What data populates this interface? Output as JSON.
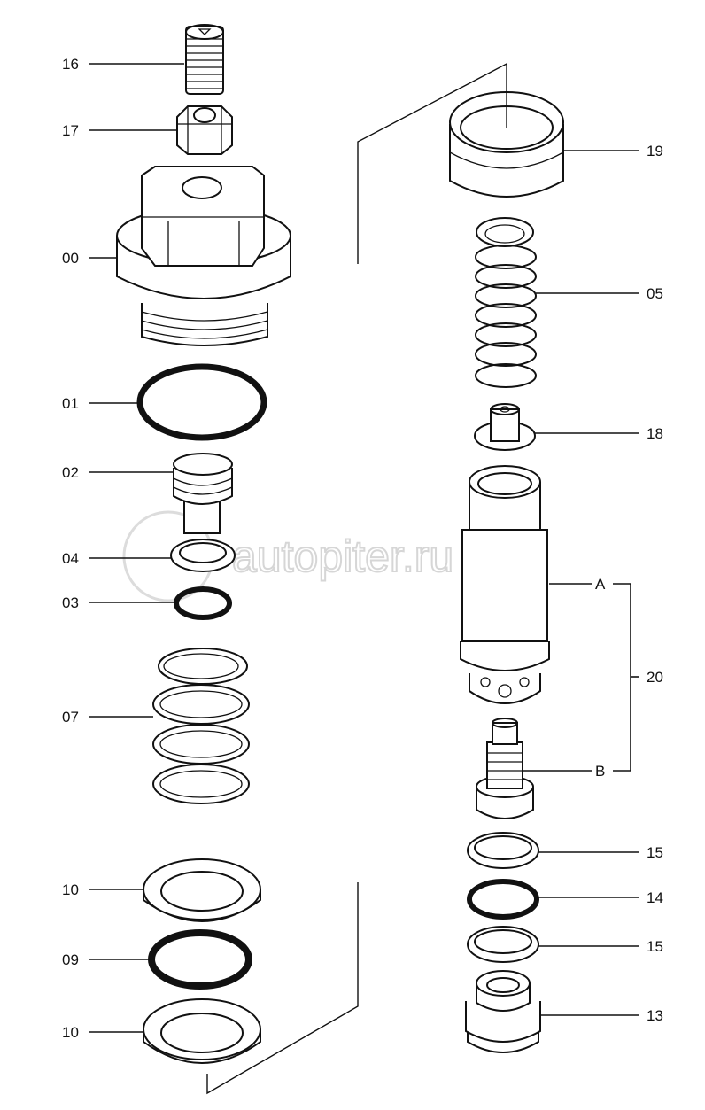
{
  "labels": {
    "l16": "16",
    "l17": "17",
    "l00": "00",
    "l01": "01",
    "l02": "02",
    "l04": "04",
    "l03": "03",
    "l07": "07",
    "l10a": "10",
    "l09": "09",
    "l10b": "10",
    "l19": "19",
    "l05": "05",
    "l18": "18",
    "lA": "A",
    "l20": "20",
    "lB": "B",
    "l15a": "15",
    "l14": "14",
    "l15b": "15",
    "l13": "13"
  },
  "watermark": {
    "logo_text": "autopiter.ru"
  },
  "colors": {
    "line": "#111111",
    "watermark": "#d6d6d6",
    "background": "#ffffff"
  }
}
